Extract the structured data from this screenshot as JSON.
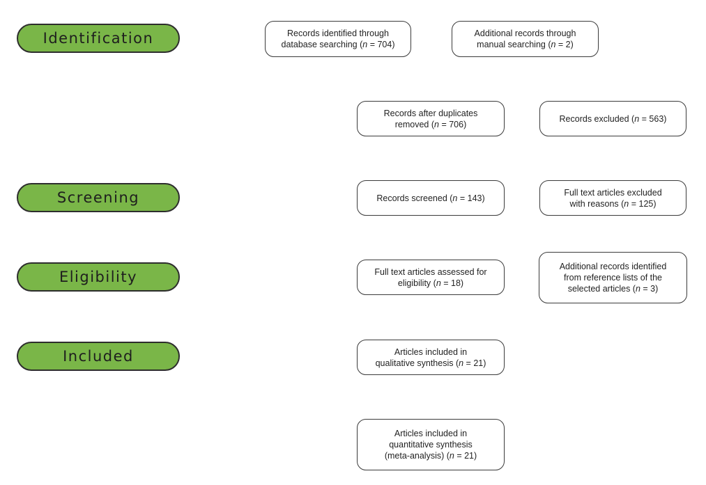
{
  "colors": {
    "stage_fill": "#7ab648",
    "stage_border": "#2d2d2d",
    "box_border": "#3a3a3a"
  },
  "stages": {
    "identification": "Identification",
    "screening": "Screening",
    "eligibility": "Eligibility",
    "included": "Included"
  },
  "boxes": {
    "db_search": [
      "Records identified through",
      "database searching (n = 704)"
    ],
    "manual_search": [
      "Additional records through",
      "manual searching (n = 2)"
    ],
    "after_duplicates": [
      "Records after duplicates",
      "removed (n = 706)"
    ],
    "excluded": [
      "Records excluded (n = 563)"
    ],
    "screened": [
      "Records screened (n = 143)"
    ],
    "fulltext_excluded": [
      "Full text articles excluded",
      "with reasons (n = 125)"
    ],
    "fulltext_assessed": [
      "Full text articles assessed for",
      "eligibility (n = 18)"
    ],
    "reference_lists": [
      "Additional records identified",
      "from reference lists of the",
      "selected articles (n = 3)"
    ],
    "qualitative": [
      "Articles included in",
      "qualitative synthesis (n = 21)"
    ],
    "quantitative": [
      "Articles included in",
      "quantitative synthesis",
      "(meta-analysis) (n = 21)"
    ]
  }
}
